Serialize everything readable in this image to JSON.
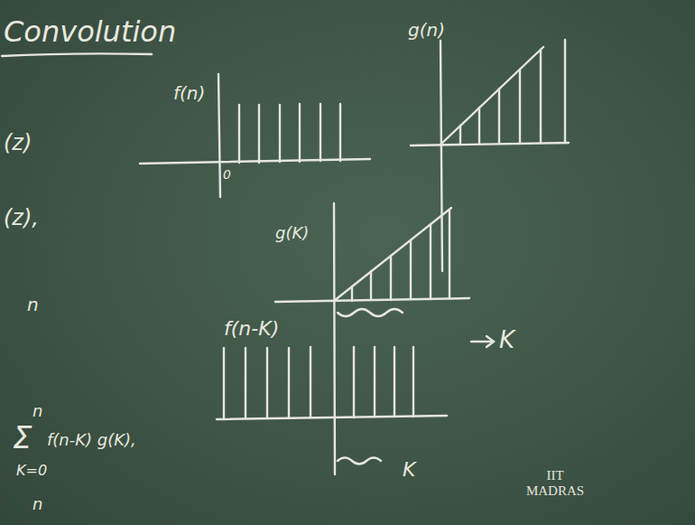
{
  "diagram": {
    "title": "Convolution",
    "labels": [
      "f(n)",
      "0",
      "g(n)",
      "(z)",
      "(z),",
      "g(K)",
      "n",
      "K",
      "f(n-K)",
      "n",
      "Σ",
      "f(n-K) g(K),",
      "K=0",
      "K",
      "n",
      "IIT MADRAS"
    ]
  }
}
